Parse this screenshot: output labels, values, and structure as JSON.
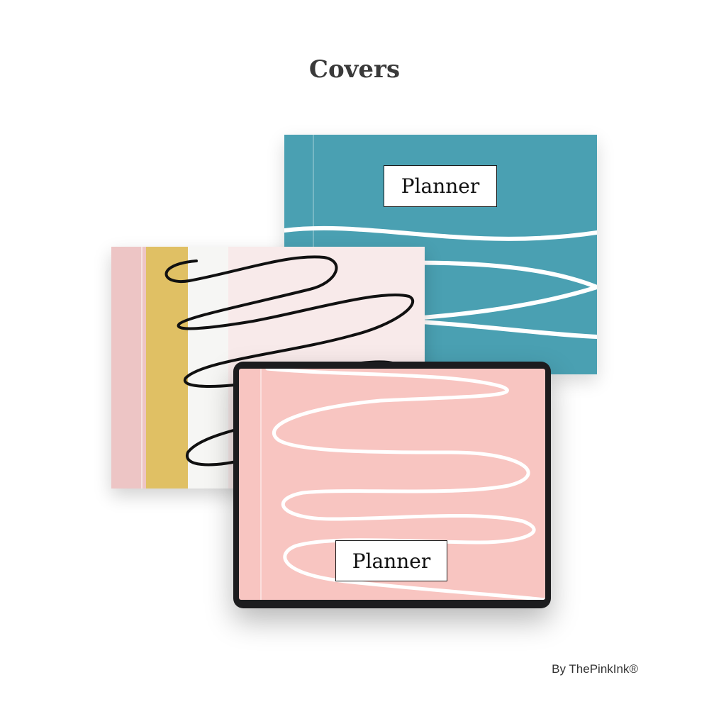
{
  "page": {
    "title": "Covers",
    "credit": "By ThePinkInk®"
  },
  "covers": [
    {
      "id": "teal",
      "label": "Planner",
      "background": "#4aa0b2",
      "stroke": "#ffffff"
    },
    {
      "id": "pink-mustard",
      "label": "",
      "colors": [
        "#edc5c5",
        "#e0c064",
        "#f6f6f4",
        "#f8eaea"
      ],
      "stroke": "#111111"
    },
    {
      "id": "tablet-pink",
      "label": "Planner",
      "background": "#f8c5c1",
      "stroke": "#ffffff"
    }
  ],
  "icons": [
    "tablet-device"
  ]
}
